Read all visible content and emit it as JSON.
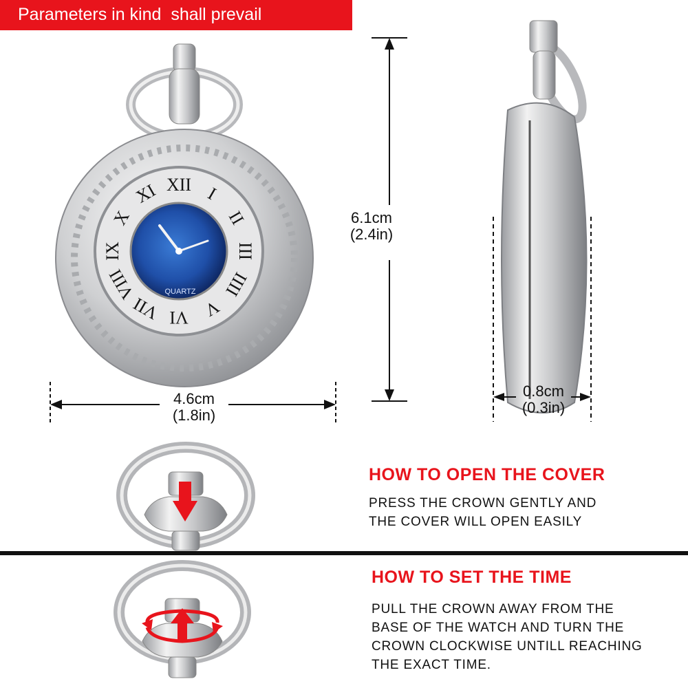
{
  "banner": {
    "text": "Parameters in kind  shall prevail",
    "color": "#e8141c"
  },
  "dimensions": {
    "height": {
      "cm": "6.1cm",
      "in": "(2.4in)"
    },
    "width": {
      "cm": "4.6cm",
      "in": "(1.8in)"
    },
    "thickness": {
      "cm": "0.8cm",
      "in": "(0.3in)"
    }
  },
  "watch": {
    "dial_text": "QUARTZ",
    "numerals": [
      "XII",
      "I",
      "II",
      "III",
      "IIII",
      "V",
      "VI",
      "VII",
      "VIII",
      "IX",
      "X",
      "XI"
    ]
  },
  "open_cover": {
    "heading": "HOW TO OPEN THE COVER",
    "lines": [
      "PRESS THE CROWN GENTLY AND",
      "THE COVER WILL OPEN EASILY"
    ]
  },
  "set_time": {
    "heading": "HOW TO SET THE TIME",
    "lines": [
      "PULL THE CROWN AWAY FROM THE",
      "BASE OF THE WATCH AND TURN THE",
      "CROWN CLOCKWISE UNTILL REACHING",
      "THE EXACT TIME."
    ]
  },
  "colors": {
    "accent": "#e8141c",
    "text": "#111111",
    "dial": "#1f4fa8"
  }
}
